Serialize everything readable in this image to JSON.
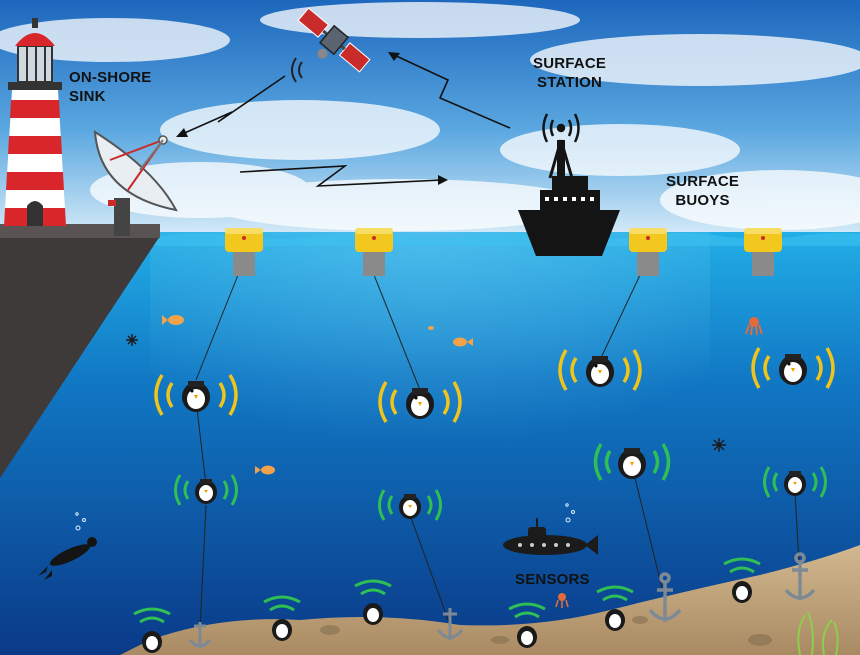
{
  "labels": {
    "onshore_sink": [
      "ON-SHORE",
      "SINK"
    ],
    "surface_station": [
      "SURFACE",
      "STATION"
    ],
    "surface_buoys": [
      "SURFACE",
      "BUOYS"
    ],
    "sensors": "SENSORS"
  },
  "colors": {
    "sky_top": "#1f6fc2",
    "sky_horizon": "#cfe6f7",
    "water_surface": "#1ea4df",
    "water_deep": "#0b3e8e",
    "seabed": "#c8ad86",
    "shore_rock": "#3d3a39",
    "lighthouse_red": "#d9262a",
    "buoy_yellow": "#f2c81f",
    "buoy_grey": "#8a8a8a",
    "signal_yellow": "#f0c419",
    "signal_green": "#2fbf55",
    "ship_black": "#141414",
    "arrow_black": "#111111"
  },
  "icons": [
    "lighthouse-icon",
    "satellite-dish-icon",
    "satellite-icon",
    "ship-icon",
    "buoy-icon",
    "sensor-node-icon",
    "submarine-icon",
    "diver-icon",
    "anchor-icon",
    "fish-icon",
    "octopus-icon"
  ]
}
